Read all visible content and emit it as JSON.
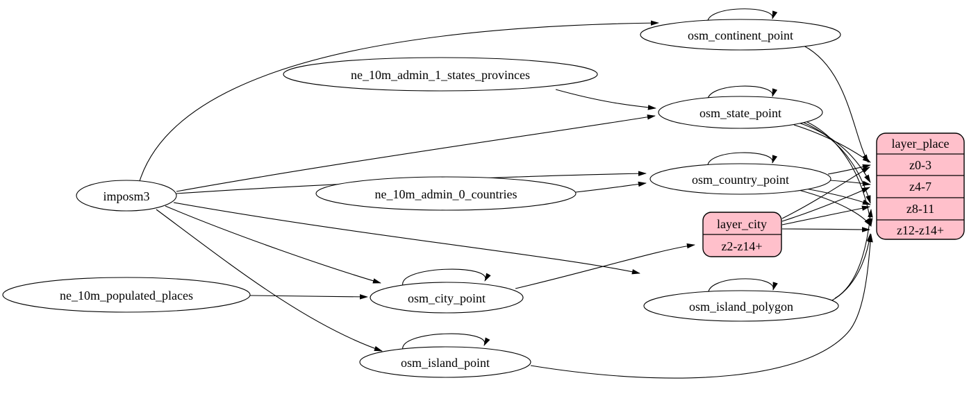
{
  "diagram": {
    "kind": "etl-dependency-graph",
    "background_color": "#ffffff",
    "edge_color": "#000000",
    "table_node_fill": "#ffffff",
    "layer_node_fill": "#ffc0cb"
  },
  "nodes": {
    "imposm3": {
      "label": "imposm3",
      "shape": "ellipse"
    },
    "ne_10m_admin_1_states_provinces": {
      "label": "ne_10m_admin_1_states_provinces",
      "shape": "ellipse"
    },
    "ne_10m_admin_0_countries": {
      "label": "ne_10m_admin_0_countries",
      "shape": "ellipse"
    },
    "ne_10m_populated_places": {
      "label": "ne_10m_populated_places",
      "shape": "ellipse"
    },
    "osm_continent_point": {
      "label": "osm_continent_point",
      "shape": "ellipse",
      "self_loop": true
    },
    "osm_state_point": {
      "label": "osm_state_point",
      "shape": "ellipse",
      "self_loop": true
    },
    "osm_country_point": {
      "label": "osm_country_point",
      "shape": "ellipse",
      "self_loop": true
    },
    "osm_city_point": {
      "label": "osm_city_point",
      "shape": "ellipse",
      "self_loop": true
    },
    "osm_island_polygon": {
      "label": "osm_island_polygon",
      "shape": "ellipse",
      "self_loop": true
    },
    "osm_island_point": {
      "label": "osm_island_point",
      "shape": "ellipse",
      "self_loop": true
    },
    "layer_place": {
      "label": "layer_place",
      "shape": "record",
      "fill": "#ffc0cb",
      "rows": [
        "z0-3",
        "z4-7",
        "z8-11",
        "z12-z14+"
      ]
    },
    "layer_city": {
      "label": "layer_city",
      "shape": "record",
      "fill": "#ffc0cb",
      "rows": [
        "z2-z14+"
      ]
    }
  },
  "edges": [
    {
      "from": "imposm3",
      "to": "osm_continent_point"
    },
    {
      "from": "imposm3",
      "to": "osm_state_point"
    },
    {
      "from": "imposm3",
      "to": "osm_country_point"
    },
    {
      "from": "imposm3",
      "to": "osm_city_point"
    },
    {
      "from": "imposm3",
      "to": "osm_island_polygon"
    },
    {
      "from": "imposm3",
      "to": "osm_island_point"
    },
    {
      "from": "ne_10m_admin_1_states_provinces",
      "to": "osm_state_point"
    },
    {
      "from": "ne_10m_admin_0_countries",
      "to": "osm_country_point"
    },
    {
      "from": "ne_10m_populated_places",
      "to": "osm_city_point"
    },
    {
      "from": "osm_continent_point",
      "to": "osm_continent_point"
    },
    {
      "from": "osm_state_point",
      "to": "osm_state_point"
    },
    {
      "from": "osm_country_point",
      "to": "osm_country_point"
    },
    {
      "from": "osm_city_point",
      "to": "osm_city_point"
    },
    {
      "from": "osm_island_polygon",
      "to": "osm_island_polygon"
    },
    {
      "from": "osm_island_point",
      "to": "osm_island_point"
    },
    {
      "from": "osm_continent_point",
      "to": "layer_place",
      "to_row": "z0-3"
    },
    {
      "from": "osm_state_point",
      "to": "layer_place",
      "to_row": "z0-3"
    },
    {
      "from": "osm_state_point",
      "to": "layer_place",
      "to_row": "z4-7"
    },
    {
      "from": "osm_state_point",
      "to": "layer_place",
      "to_row": "z8-11"
    },
    {
      "from": "osm_state_point",
      "to": "layer_place",
      "to_row": "z12-z14+"
    },
    {
      "from": "osm_country_point",
      "to": "layer_place",
      "to_row": "z0-3"
    },
    {
      "from": "osm_country_point",
      "to": "layer_place",
      "to_row": "z4-7"
    },
    {
      "from": "osm_country_point",
      "to": "layer_place",
      "to_row": "z8-11"
    },
    {
      "from": "osm_country_point",
      "to": "layer_place",
      "to_row": "z12-z14+"
    },
    {
      "from": "osm_city_point",
      "to": "layer_city",
      "to_row": "z2-z14+"
    },
    {
      "from": "layer_city",
      "to": "layer_place",
      "to_row": "z0-3"
    },
    {
      "from": "layer_city",
      "to": "layer_place",
      "to_row": "z4-7"
    },
    {
      "from": "layer_city",
      "to": "layer_place",
      "to_row": "z8-11"
    },
    {
      "from": "layer_city",
      "to": "layer_place",
      "to_row": "z12-z14+"
    },
    {
      "from": "osm_island_polygon",
      "to": "layer_place",
      "to_row": "z8-11"
    },
    {
      "from": "osm_island_polygon",
      "to": "layer_place",
      "to_row": "z12-z14+"
    },
    {
      "from": "osm_island_point",
      "to": "layer_place",
      "to_row": "z12-z14+"
    }
  ]
}
